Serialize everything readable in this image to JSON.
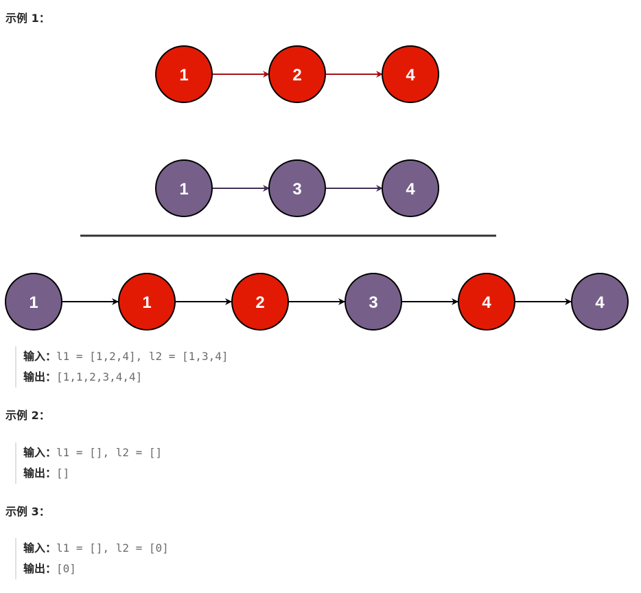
{
  "examples": [
    {
      "title": "示例 1：",
      "input_label": "输入：",
      "input_value": "l1 = [1,2,4], l2 = [1,3,4]",
      "output_label": "输出：",
      "output_value": "[1,1,2,3,4,4]",
      "diagram": {
        "list1": [
          "1",
          "2",
          "4"
        ],
        "list2": [
          "1",
          "3",
          "4"
        ],
        "merged": [
          "1",
          "1",
          "2",
          "3",
          "4",
          "4"
        ],
        "merged_source": [
          "l2",
          "l1",
          "l1",
          "l2",
          "l1",
          "l2"
        ]
      }
    },
    {
      "title": "示例 2：",
      "input_label": "输入：",
      "input_value": "l1 = [], l2 = []",
      "output_label": "输出：",
      "output_value": "[]"
    },
    {
      "title": "示例 3：",
      "input_label": "输入：",
      "input_value": "l1 = [], l2 = [0]",
      "output_label": "输出：",
      "output_value": "[0]"
    }
  ],
  "colors": {
    "list1_node": "#e31a03",
    "list2_node": "#76608a",
    "list1_arrow": "#a50f15",
    "list2_arrow": "#432d57",
    "merged_arrow": "#000000",
    "divider": "#333333"
  }
}
